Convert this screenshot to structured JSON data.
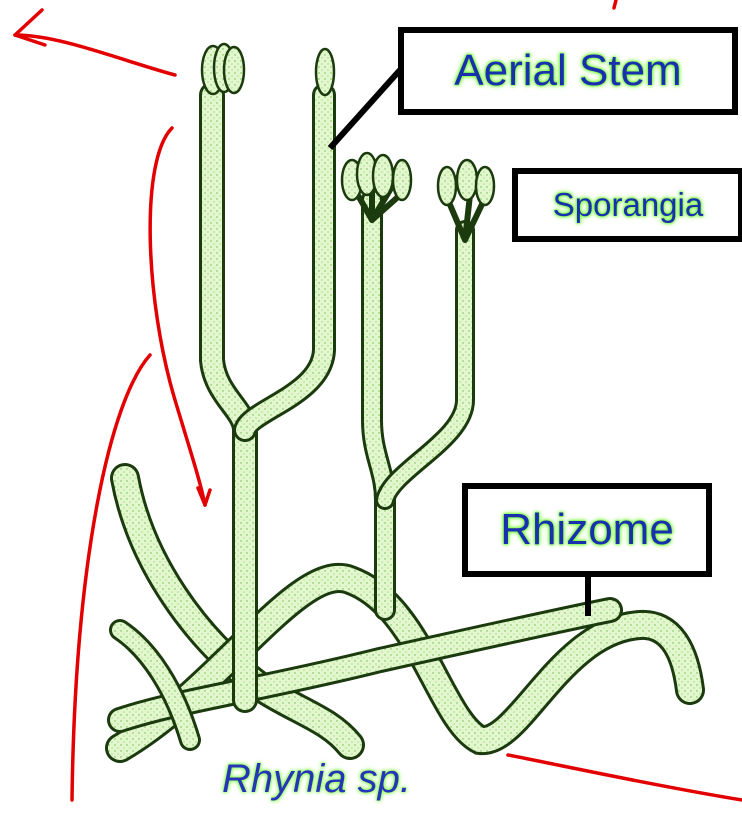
{
  "diagram": {
    "labels": {
      "aerial_stem": "Aerial Stem",
      "sporangia": "Sporangia",
      "rhizome": "Rhizome"
    },
    "species_name": "Rhynia sp."
  },
  "colors": {
    "plant_fill": "#dff5c8",
    "plant_outline": "#1b3a0e",
    "label_text": "#1a2fb0",
    "label_glow": "#7cff3a",
    "annotation_ink": "#e30000",
    "label_border": "#000000"
  }
}
